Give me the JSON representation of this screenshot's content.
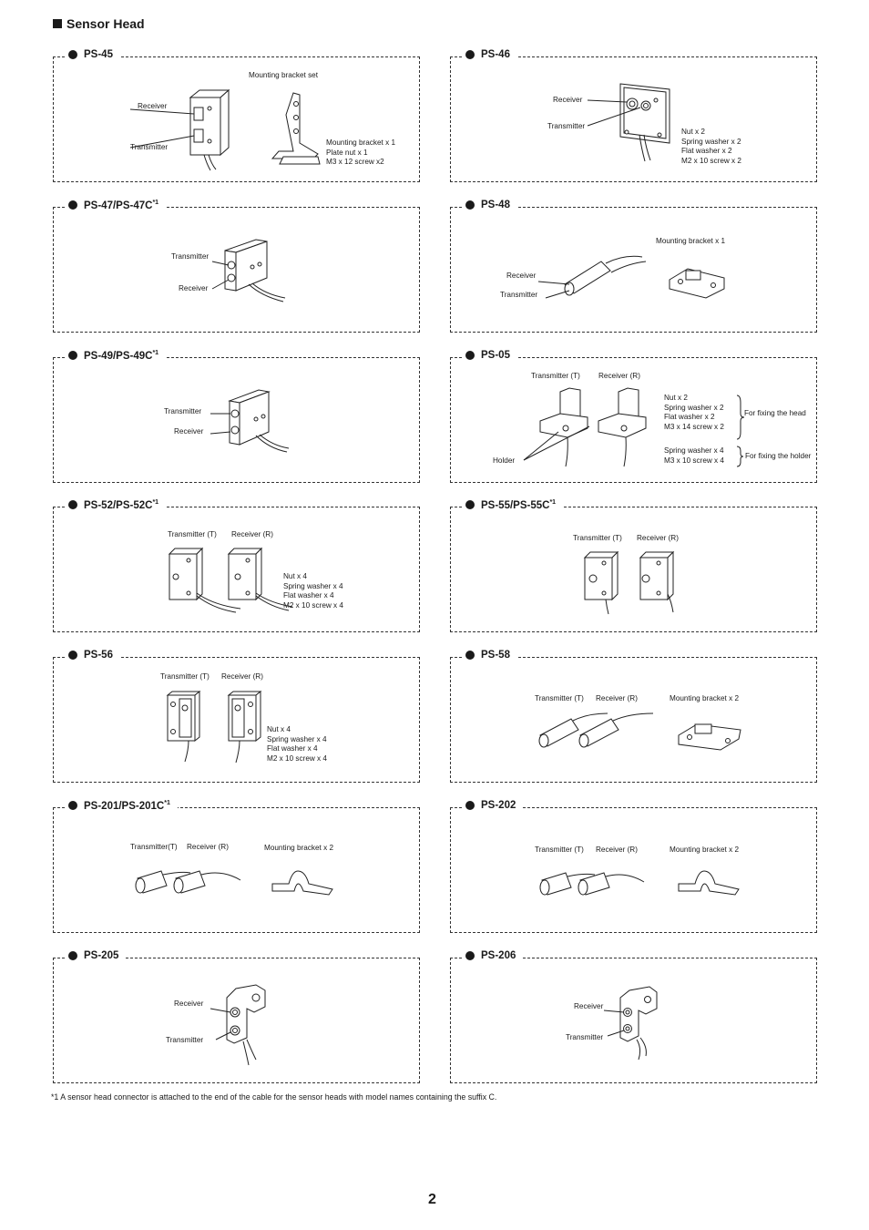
{
  "section_title": "Sensor Head",
  "panels": {
    "ps45": {
      "title": "PS-45",
      "bracket_heading": "Mounting bracket set",
      "receiver": "Receiver",
      "transmitter": "Transmitter",
      "parts": [
        "Mounting bracket x 1",
        "Plate nut x 1",
        "M3 x 12 screw x2"
      ]
    },
    "ps46": {
      "title": "PS-46",
      "receiver": "Receiver",
      "transmitter": "Transmitter",
      "parts": [
        "Nut x 2",
        "Spring washer x 2",
        "Flat washer x 2",
        "M2 x 10 screw x 2"
      ]
    },
    "ps47": {
      "title": "PS-47/PS-47C",
      "sup": "*1",
      "transmitter": "Transmitter",
      "receiver": "Receiver"
    },
    "ps48": {
      "title": "PS-48",
      "bracket": "Mounting bracket x 1",
      "receiver": "Receiver",
      "transmitter": "Transmitter"
    },
    "ps49": {
      "title": "PS-49/PS-49C",
      "sup": "*1",
      "transmitter": "Transmitter",
      "receiver": "Receiver"
    },
    "ps05": {
      "title": "PS-05",
      "transmitter": "Transmitter (T)",
      "receiver": "Receiver (R)",
      "holder": "Holder",
      "head_parts": [
        "Nut x 2",
        "Spring washer x 2",
        "Flat washer x 2",
        "M3 x 14 screw x 2"
      ],
      "head_note": "For fixing the head",
      "holder_parts": [
        "Spring washer x 4",
        "M3 x 10 screw x 4"
      ],
      "holder_note": "For fixing the holder"
    },
    "ps52": {
      "title": "PS-52/PS-52C",
      "sup": "*1",
      "transmitter": "Transmitter (T)",
      "receiver": "Receiver (R)",
      "parts": [
        "Nut x 4",
        "Spring washer x 4",
        "Flat washer x 4",
        "M2 x 10 screw x 4"
      ]
    },
    "ps55": {
      "title": "PS-55/PS-55C",
      "sup": "*1",
      "transmitter": "Transmitter (T)",
      "receiver": "Receiver (R)"
    },
    "ps56": {
      "title": "PS-56",
      "transmitter": "Transmitter (T)",
      "receiver": "Receiver (R)",
      "parts": [
        "Nut x 4",
        "Spring washer x 4",
        "Flat washer x 4",
        "M2 x 10 screw x 4"
      ]
    },
    "ps58": {
      "title": "PS-58",
      "transmitter": "Transmitter (T)",
      "receiver": "Receiver (R)",
      "bracket": "Mounting bracket x 2"
    },
    "ps201": {
      "title": "PS-201/PS-201C",
      "sup": "*1",
      "transmitter": "Transmitter(T)",
      "receiver": "Receiver (R)",
      "bracket": "Mounting bracket x 2"
    },
    "ps202": {
      "title": "PS-202",
      "transmitter": "Transmitter (T)",
      "receiver": "Receiver (R)",
      "bracket": "Mounting bracket x 2"
    },
    "ps205": {
      "title": "PS-205",
      "receiver": "Receiver",
      "transmitter": "Transmitter"
    },
    "ps206": {
      "title": "PS-206",
      "receiver": "Receiver",
      "transmitter": "Transmitter"
    }
  },
  "footnote": "*1 A sensor head connector is attached to the end of the cable for the sensor heads with model names containing the suffix C.",
  "page_number": "2"
}
